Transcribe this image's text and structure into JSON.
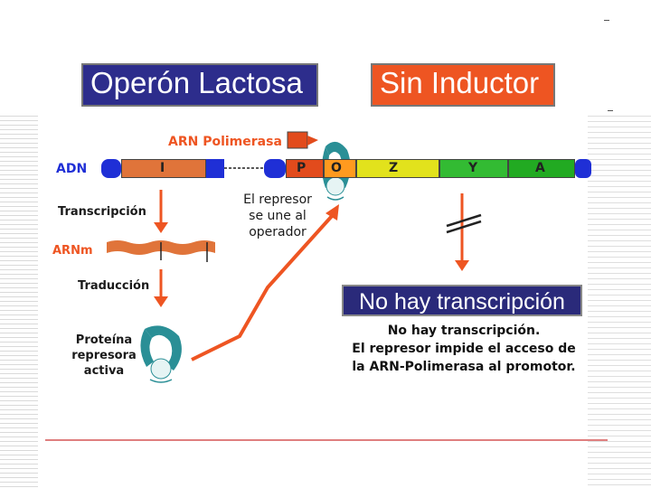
{
  "titles": {
    "left": "Operón Lactosa",
    "right": "Sin Inductor",
    "banner": "No hay transcripción"
  },
  "labels": {
    "polymerase": "ARN Polimerasa",
    "dna": "ADN",
    "transcription": "Transcripción",
    "mrna": "ARNm",
    "translation": "Traducción",
    "protein_line1": "Proteína",
    "protein_line2": "represora",
    "protein_line3": "activa",
    "repressor_line1": "El represor",
    "repressor_line2": "se une al",
    "repressor_line3": "operador"
  },
  "genes": {
    "i": "I",
    "p": "P",
    "o": "O",
    "z": "Z",
    "y": "Y",
    "a": "A"
  },
  "note": {
    "line1": "No hay transcripción.",
    "line2": "El represor impide el acceso de",
    "line3": "la ARN-Polimerasa al promotor."
  },
  "colors": {
    "title_left_bg": "#2d2d8c",
    "title_right_bg": "#ee5522",
    "banner_bg": "#2a2a7a",
    "arrow": "#ee5522",
    "dna_blue": "#1f2fd6",
    "gene_i": "#e0743a",
    "gene_p": "#e24b1c",
    "gene_o": "#ff9a1f",
    "gene_z": "#e2e21c",
    "gene_y": "#33bb33",
    "gene_a": "#22aa22",
    "repressor": "#2a8f96",
    "footer_line": "#cc3333"
  }
}
